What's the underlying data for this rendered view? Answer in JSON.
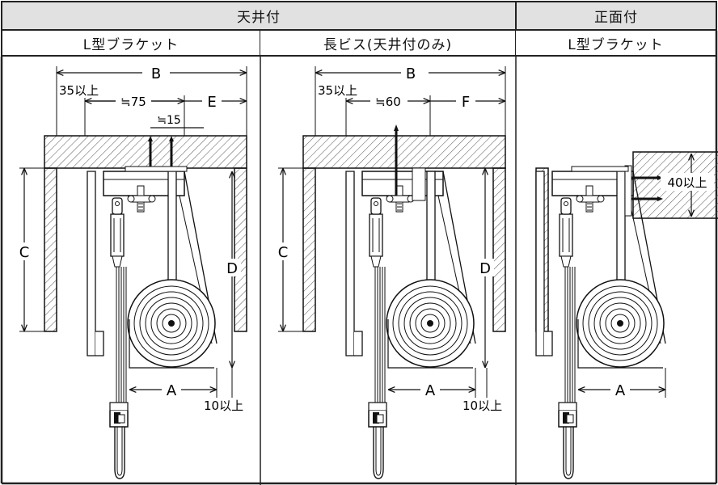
{
  "header": {
    "ceiling_mount": "天井付",
    "front_mount": "正面付"
  },
  "subheader": {
    "col1": "L型ブラケット",
    "col2": "長ビス(天井付のみ)",
    "col3": "L型ブラケット"
  },
  "panel1": {
    "B": "B",
    "min35": "35以上",
    "approx75": "≒75",
    "E": "E",
    "approx15": "≒15",
    "C": "C",
    "D": "D",
    "A": "A",
    "min10": "10以上"
  },
  "panel2": {
    "B": "B",
    "min35": "35以上",
    "approx60": "≒60",
    "F": "F",
    "C": "C",
    "D": "D",
    "A": "A",
    "min10": "10以上"
  },
  "panel3": {
    "min40": "40以上",
    "A": "A"
  }
}
